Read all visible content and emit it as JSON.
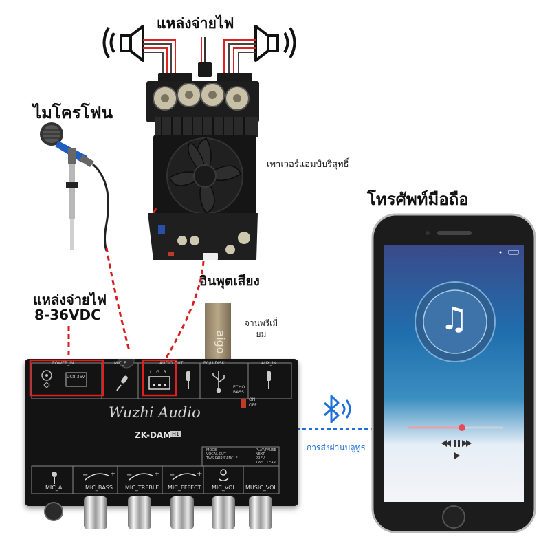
{
  "labels": {
    "power_supply_top": "แหล่งจ่ายไฟ",
    "microphone": "ไมโครโฟน",
    "pure_power_amp": "เพาเวอร์แอมป์บริสุทธิ์",
    "smartphone": "โทรศัพท์มือถือ",
    "audio_input": "อินพุตเสียง",
    "power_supply_left": "แหล่งจ่ายไฟ",
    "power_voltage": "8-36VDC",
    "premium_plate": "จานพรีเมี่ยม",
    "bluetooth_transfer": "การส่งผ่านบลูทูธ"
  },
  "preamp": {
    "brand": "Wuzhi Audio",
    "model": "ZK-DAM",
    "model_badge": "H1",
    "top_ports": [
      "POWER_IN",
      "MIC_B",
      "AUDIO OUT",
      "PC/U-DISK",
      "AUX_IN"
    ],
    "dc_label": "DC8-36V",
    "audio_out_pins": "L G R",
    "echo_label": "ECHO BASS",
    "switch_on": "ON",
    "switch_off": "OFF",
    "bottom_controls": [
      "MIC_A",
      "MIC_BASS",
      "MIC_TREBLE",
      "MIC_EFFECT",
      "MIC_VOL",
      "MUSIC_VOL"
    ],
    "mode_legend": [
      "MODE",
      "VOCAL CUT",
      "TWS PAIR/CANCLE"
    ],
    "play_legend": [
      "PLAY/PAUSE",
      "NEXT",
      "PREV",
      "TWS CLEAR"
    ],
    "knob_minus": "−",
    "knob_plus": "+"
  },
  "plate_text": "aigo",
  "colors": {
    "dashed_line": "#d42020",
    "bluetooth": "#1e6fd9",
    "highlight_box": "#e02020"
  },
  "icons": [
    "speaker-left-icon",
    "speaker-right-icon",
    "bluetooth-icon",
    "music-note-icon",
    "microphone-icon",
    "usb-icon",
    "headphone-jack-icon"
  ]
}
